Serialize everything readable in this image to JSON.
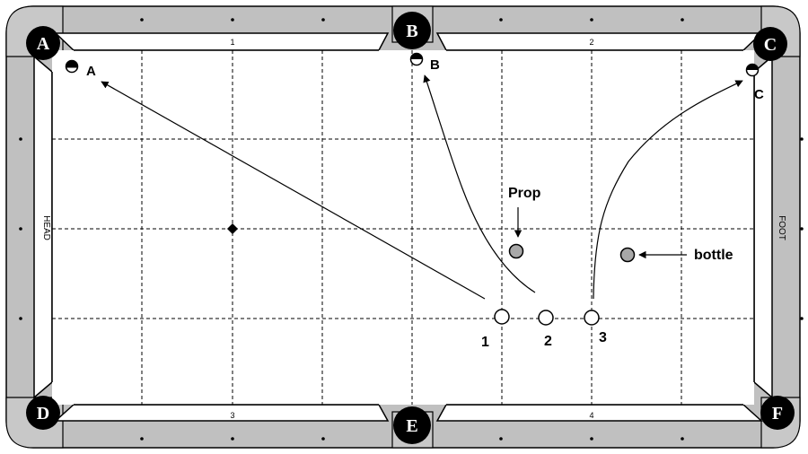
{
  "pockets": [
    {
      "id": "A",
      "label": "A"
    },
    {
      "id": "B",
      "label": "B"
    },
    {
      "id": "C",
      "label": "C"
    },
    {
      "id": "D",
      "label": "D"
    },
    {
      "id": "E",
      "label": "E"
    },
    {
      "id": "F",
      "label": "F"
    }
  ],
  "target_labels": {
    "a": "A",
    "b": "B",
    "c": "C"
  },
  "diamond_numbers": {
    "top_left": "1",
    "top_right": "2",
    "bottom_left": "3",
    "bottom_right": "4"
  },
  "side_labels": {
    "head": "HEAD",
    "foot": "FOOT"
  },
  "balls": {
    "ball_1": "1",
    "ball_2": "2",
    "ball_3": "3"
  },
  "props": {
    "prop": "Prop",
    "bottle": "bottle"
  },
  "colors": {
    "rail": "#c0c0c0",
    "pocket": "#000000",
    "felt": "#ffffff",
    "prop_ball": "#a8a8a8",
    "line": "#000000"
  },
  "icons": {
    "target_ball": "half-filled-circle",
    "cue_ball": "hollow-circle",
    "spot": "diamond"
  }
}
